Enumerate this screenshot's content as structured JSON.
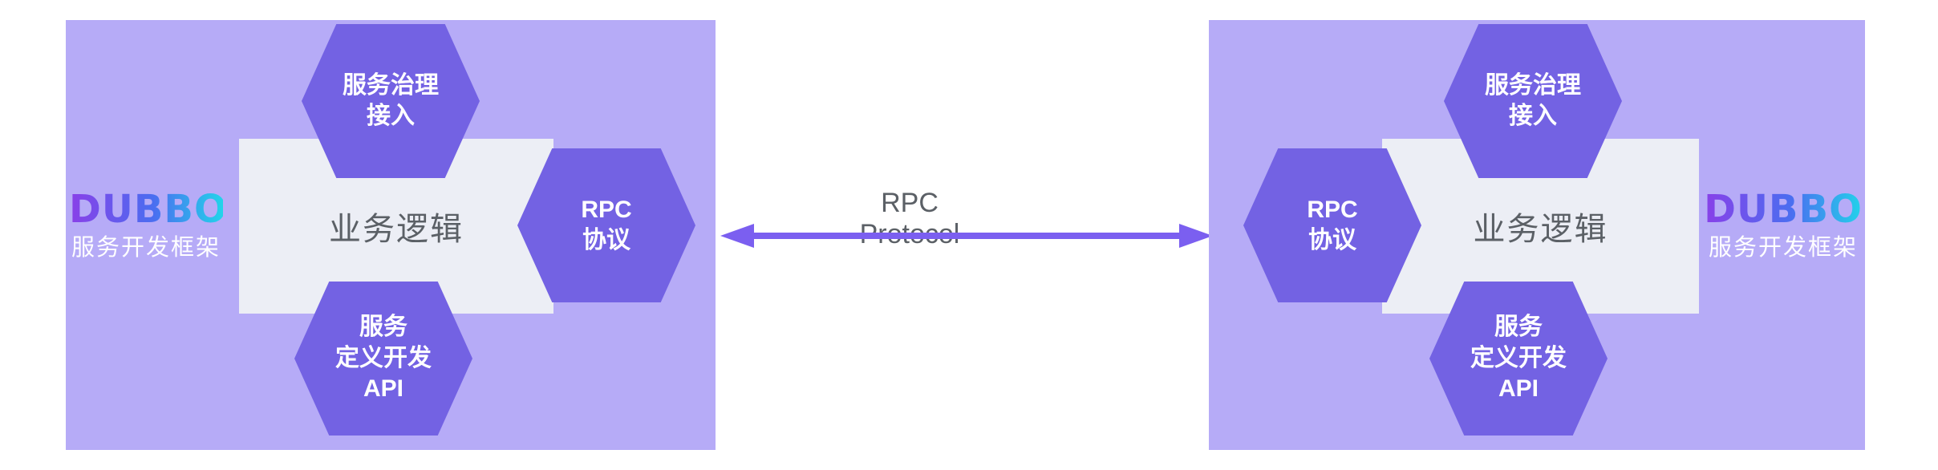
{
  "diagram": {
    "connection": {
      "label": "RPC Protocol",
      "arrow_style": "bidirectional"
    },
    "colors": {
      "panel_background": "#b6abf7",
      "hexagon_fill": "#7362e3",
      "core_box_fill": "#eceef5",
      "arrow": "#7b5ff0",
      "muted_text": "#5b6066",
      "hexagon_text": "#ffffff",
      "logo_gradient_start": "#8a3fe8",
      "logo_gradient_mid": "#4a6ef0",
      "logo_gradient_end": "#22d4ea"
    },
    "panels": [
      {
        "side": "left",
        "brand": "DUBBO",
        "brand_subtitle": "服务开发框架",
        "core_label": "业务逻辑",
        "hex_top": "服务治理\n接入",
        "hex_side": "RPC\n协议",
        "hex_bottom": "服务\n定义开发\nAPI"
      },
      {
        "side": "right",
        "brand": "DUBBO",
        "brand_subtitle": "服务开发框架",
        "core_label": "业务逻辑",
        "hex_top": "服务治理\n接入",
        "hex_side": "RPC\n协议",
        "hex_bottom": "服务\n定义开发\nAPI"
      }
    ]
  }
}
